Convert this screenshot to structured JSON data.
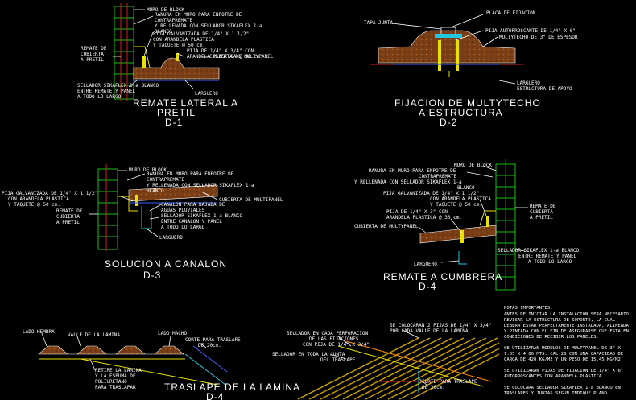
{
  "colors": {
    "background": "#000000",
    "text": "#ffffff",
    "block": "#18c018",
    "seal": "#e8e000",
    "rebar": "#d02020",
    "foam": "#8b4a1a",
    "steel": "#4060ff",
    "cyan": "#20c8e0"
  },
  "d1": {
    "title_line1": "REMATE LATERAL A",
    "title_line2": "PRETIL",
    "code": "D-1",
    "labels": {
      "muro": "MURO DE BLOCK",
      "ranura1": "RANURA EN MURO PARA ENPOTRE DE",
      "ranura2": "CONTRAPREMATE",
      "ranura3": "Y RELLENADA CON SELLADOR SIKAFLEX 1-a",
      "ranura4": "BLANCO",
      "pija1": "PIJA GALVANIZADA DE 1/4\" X 1  1/2\"",
      "pija2": "CON ARANDELA PLASTICA",
      "pija3": "Y TAQUETE @ 50 cm.",
      "pija4": "PIJA DE 1/4\" X 3/4\" CON",
      "pija5": "ARANDELA PLASTICA @ 30 cm.",
      "cubierta": "CUBIERTA DE MULTYPANEL",
      "remate1": "REMATE DE",
      "remate2": "CUBIERTA",
      "remate3": "A PRETIL",
      "sellador1": "SELLADOR SIKAFLEX 1-a BLANCO",
      "sellador2": "ENTRE REMATE Y PANEL",
      "sellador3": "A TODO LO LARGO",
      "larguero": "LARGUERO"
    }
  },
  "d2": {
    "title_line1": "FIJACION DE MULTYTECHO",
    "title_line2": "A ESTRUCTURA",
    "code": "D-2",
    "labels": {
      "tapa": "TAPA JUNTA",
      "placa": "PLACA DE FIJACION",
      "pija": "PIJA AUTOPROSCANTE DE 1/4\" X 6\"",
      "multy": "MULTYTECHO DE 3\" DE ESPESOR",
      "larguero1": "LARGUERO",
      "larguero2": "ESTRUCTURA DE APOYO"
    }
  },
  "d3": {
    "title_line1": "SOLUCION A CANALON",
    "code": "D-3",
    "labels": {
      "muro": "MURO DE BLOCK",
      "ranura1": "RANURA EN MURO PARA ENPOTRE DE",
      "ranura2": "CONTRAPREMATE",
      "ranura3": "Y RELLENADA CON SELLADOR SIKAFLEX 1-a",
      "ranura4": "BLANCO",
      "pija1": "PIJA GALVANIZADA DE 1/4\" X 1  1/2\"",
      "pija2": "CON ARANDELA PLASTICA",
      "pija3": "Y TAQUETE @ 50 cm.",
      "remate1": "REMATE DE",
      "remate2": "CUBIERTA",
      "remate3": "A PRETIL",
      "cubierta": "CUBIERTA DE MULTIPANEL",
      "canalon1": "CANALON PARA BAJADA DE",
      "canalon2": "AGUAS PLUVIALES",
      "sellador1": "SELLADOR SIKAFLEX 1-a BLANCO",
      "sellador2": "ENTRE CANALON Y PANEL",
      "sellador3": "A TODO LO LARGO",
      "larguero": "LARGUERO"
    }
  },
  "d4a": {
    "title_line1": "REMATE A CUMBRERA",
    "code": "D-4",
    "labels": {
      "muro": "MURO DE BLOCK",
      "ranura1": "RANURA EN MURO PARA ENPOTRE DE",
      "ranura2": "CONTRAPREMATE",
      "ranura3": "Y RELLENADA CON SELLADOR SIKAFLEX 1-a",
      "ranura4": "BLANCO",
      "pija1": "PIJA GALVANIZADA DE 1/4\" X 1  1/2\"",
      "pija2": "CON ARANDELA PLASTICA",
      "pija3": "Y TAQUETE @ 50 cm.",
      "pija4": "PIJA DE 1/4\" X 3\" CON",
      "pija5": "ARANDELA PLASTICA @ 30 cm.",
      "cubierta": "CUBIERTA DE MULTYPANEL",
      "remate1": "REMATE DE",
      "remate2": "CUBIERTA",
      "remate3": "A PRETIL",
      "sellador1": "SELLADOR SIKAFLEX 1-a BLANCO",
      "sellador2": "ENTRE REMATE Y PANEL",
      "sellador3": "A TODO LO LARGO",
      "larguero": "LARGUERO"
    }
  },
  "d4b": {
    "title_line1": "TRASLAPE DE LA LAMINA",
    "code": "D-4",
    "labels": {
      "lado_hembra": "LADO HEMBRA",
      "valle": "VALLE DE LA LAMINA",
      "lado_macho": "LADO MACHO",
      "corte1": "CORTE PARA TRASLAPE",
      "corte2": "DE 20cm.",
      "retire1": "RETIRE LA LAMINA",
      "retire2": "Y LA ESPUMA DE",
      "retire3": "POLIURETANO",
      "retire4": "PARA TRASLAPAR"
    }
  },
  "d5": {
    "labels": {
      "sellador_a1": "SELLADOR EN CADA PERFORACION",
      "sellador_a2": "DE LAS FIJACIONES",
      "sellador_a3": "CON PIJA DE 1/4\" X 3/4\"",
      "sellador_b1": "SELLADOR EN TODA LA JUNTA",
      "sellador_b2": "DEL TRASLAPE",
      "pijas1": "SE COLOCARAN 2 PIJAS DE 1/4\" X 3/4\"",
      "pijas2": "POR CADA VALLE DE LA LAMINA.",
      "corte1": "CORTE PARA TRASLAPE",
      "corte2": "DE 20cm."
    }
  },
  "notes": {
    "heading": "NOTAS IMPORTANTES:",
    "lines": [
      "ANTES DE INICIAR LA INSTALACION SERA NECESARIO",
      "REVISAR LA ESTRUCTURA DE SOPORTE, LA CUAL",
      "DEBERA ESTAR PERFECTAMENTE INSTALADA, ALINEADA",
      "Y PINTADA CON EL FIN DE ASEGURARSE QUE ESTA EN",
      "CONDICIONES DE RECIBIR LOS PANELES.",
      "",
      "SE UTILIZARAN MODULOS DE MULTYPANEL DE 3\" X",
      "1.05 X 4.00 MTS. CAL 28 CON UNA CAPACIDAD DE",
      "CARGA DE 420 KG/M2 Y UN PESO DE 15.45 KG/M2.",
      "",
      "SE UTILIZARAN PIJAS DE FIJACION DE 1/4\" X 6\"",
      "AUTORROSCANTES CON ARANDELA PLASTICA.",
      "",
      "SE COLOCARA SELLADOR SIKAFLEX 1-a BLANCO EN",
      "TRASLAPES Y JUNTAS SEGUN INDIQUE PLANO."
    ]
  }
}
